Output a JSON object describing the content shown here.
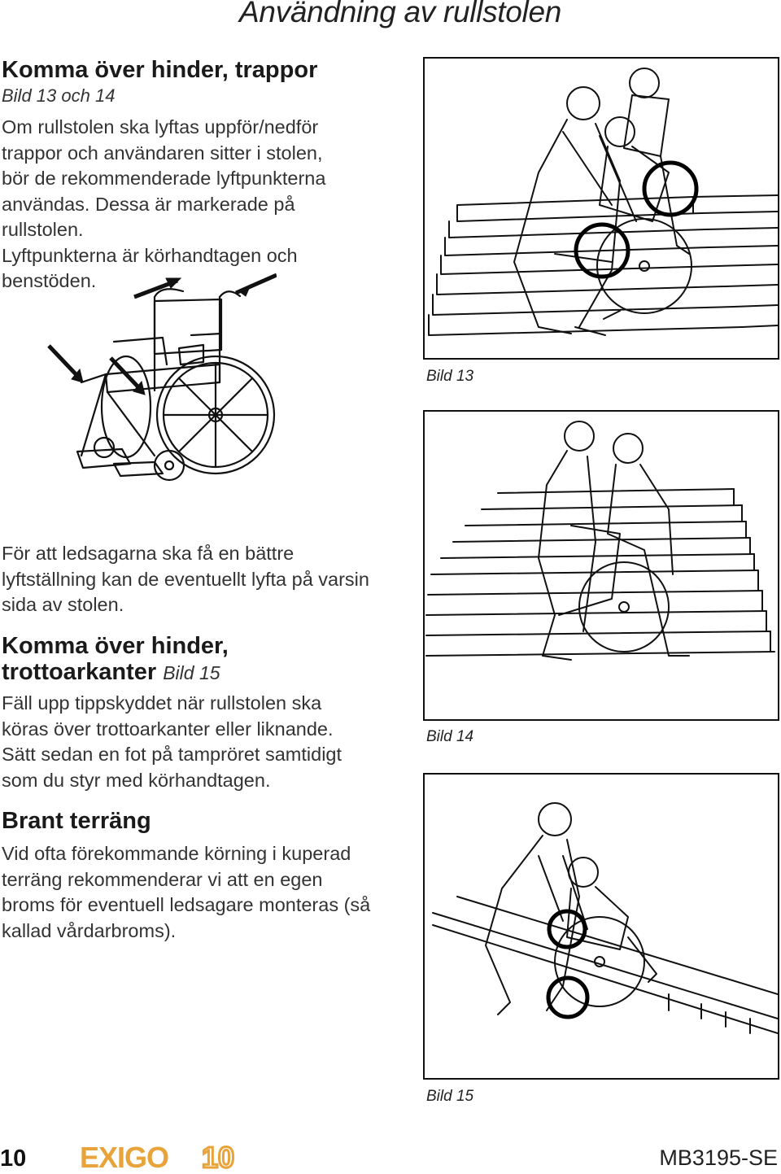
{
  "header": {
    "title": "Användning av rullstolen"
  },
  "section1": {
    "heading": "Komma över hinder, trappor",
    "ref": "Bild 13 och 14",
    "lines": [
      "Om rullstolen ska lyftas uppför/nedför",
      "trappor och användaren sitter i stolen,",
      "bör de rekommenderade lyftpunkterna",
      "användas. Dessa är markerade på",
      "rullstolen."
    ],
    "lines2": [
      "Lyftpunkterna är körhandtagen och",
      "benstöden."
    ]
  },
  "para2": {
    "lines": [
      "För att ledsagarna ska få en bättre",
      "lyftställning kan de eventuellt lyfta på varsin",
      "sida av stolen."
    ]
  },
  "section2": {
    "heading_line1": "Komma över hinder,",
    "heading_line2": "trottoarkanter",
    "ref": "Bild 15",
    "lines": [
      "Fäll upp tippskyddet när rullstolen ska",
      "köras över trottoarkanter eller liknande.",
      "Sätt sedan en fot på tampröret samtidigt",
      "som du styr med körhandtagen."
    ]
  },
  "section3": {
    "heading": "Brant terräng",
    "lines": [
      "Vid ofta förekommande körning i kuperad",
      "terräng rekommenderar vi att en egen",
      "broms för eventuell ledsagare monteras (så",
      "kallad vårdarbroms)."
    ]
  },
  "figures": {
    "bild13": "Bild 13",
    "bild14": "Bild 14",
    "bild15": "Bild 15"
  },
  "footer": {
    "page_number": "10",
    "logo_text": "EXIGO",
    "logo_number": "10",
    "doc_code": "MB3195-SE"
  },
  "colors": {
    "accent": "#e8a33a",
    "text": "#333333",
    "frame": "#111111"
  }
}
